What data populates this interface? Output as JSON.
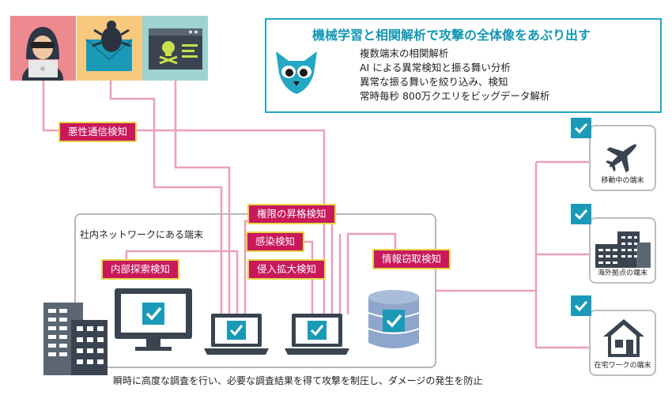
{
  "info": {
    "title": "機械学習と相関解析で攻撃の全体像をあぶり出す",
    "items": [
      "複数端末の相関解析",
      "AI による異常検知と振る舞い分析",
      "異常な振る舞いを絞り込み、検知",
      "常時毎秒 800万クエリをビッグデータ解析"
    ]
  },
  "tags": {
    "malicious_comm": "悪性通信検知",
    "privilege": "権限の昇格検知",
    "infection": "感染検知",
    "internal_scan": "内部探索検知",
    "intrusion": "侵入拡大検知",
    "theft": "情報窃取検知"
  },
  "network_label": "社内ネットワークにある端末",
  "endpoints": {
    "mobile": "移動中の端末",
    "overseas": "海外拠点の端末",
    "home": "在宅ワークの端末"
  },
  "footer": "瞬時に高度な調査を行い、必要な調査結果を得て攻撃を制圧し、ダメージの発生を防止",
  "colors": {
    "line": "#ec9fb8",
    "tag_bg": "#c9195a",
    "tag_border": "#e6d84c",
    "accent": "#1b9ab8",
    "device": "#3a4450"
  }
}
